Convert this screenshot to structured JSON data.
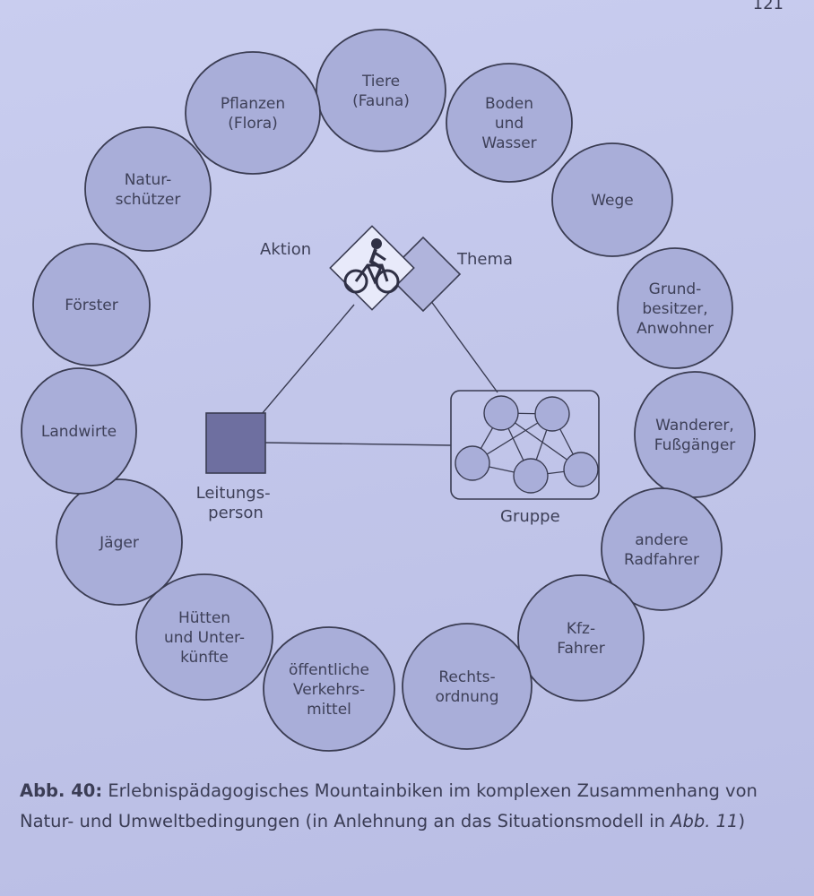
{
  "page_number": "121",
  "center": {
    "action_label": "Aktion",
    "theme_label": "Thema",
    "leader_label_lines": [
      "Leitungs-",
      "person"
    ],
    "group_label": "Gruppe"
  },
  "outer_nodes": [
    {
      "lines": [
        "Tiere",
        "(Fauna)"
      ]
    },
    {
      "lines": [
        "Boden",
        "und",
        "Wasser"
      ]
    },
    {
      "lines": [
        "Wege"
      ]
    },
    {
      "lines": [
        "Grund-",
        "besitzer,",
        "Anwohner"
      ]
    },
    {
      "lines": [
        "Wanderer,",
        "Fußgänger"
      ]
    },
    {
      "lines": [
        "andere",
        "Radfahrer"
      ]
    },
    {
      "lines": [
        "Kfz-",
        "Fahrer"
      ]
    },
    {
      "lines": [
        "Rechts-",
        "ordnung"
      ]
    },
    {
      "lines": [
        "öffentliche",
        "Verkehrs-",
        "mittel"
      ]
    },
    {
      "lines": [
        "Hütten",
        "und Unter-",
        "künfte"
      ]
    },
    {
      "lines": [
        "Jäger"
      ]
    },
    {
      "lines": [
        "Landwirte"
      ]
    },
    {
      "lines": [
        "Förster"
      ]
    },
    {
      "lines": [
        "Natur-",
        "schützer"
      ]
    },
    {
      "lines": [
        "Pflanzen",
        "(Flora)"
      ]
    }
  ],
  "caption": {
    "label": "Abb. 40:",
    "text": " Erlebnispädagogisches Mountainbiken im komplexen Zusammenhang von Natur- und Umweltbedingungen (in Anlehnung an das Situationsmodell in ",
    "ref": "Abb. 11",
    "end": ")"
  },
  "colors": {
    "circle_fill": "#a9aed9",
    "stroke": "#3a3c52",
    "leader_fill": "#6e6fa0",
    "diamond_fill": "#e8eafa",
    "theme_fill": "#b0b4dc"
  }
}
